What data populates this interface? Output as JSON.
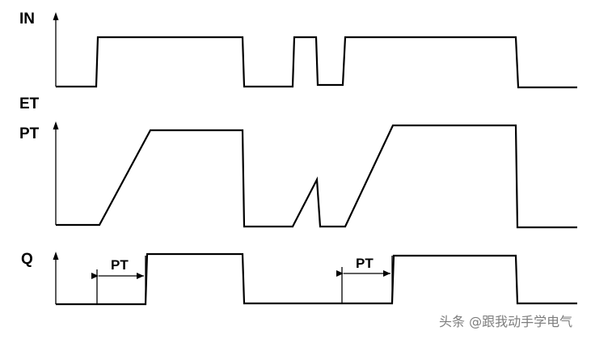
{
  "labels": {
    "in": "IN",
    "et": "ET",
    "pt": "PT",
    "q": "Q",
    "pt_interval": "PT"
  },
  "watermark": {
    "text": "头条 @跟我动手学电气"
  },
  "colors": {
    "trace": "#000000",
    "background": "#ffffff",
    "watermark": "#7d7d7d"
  }
}
